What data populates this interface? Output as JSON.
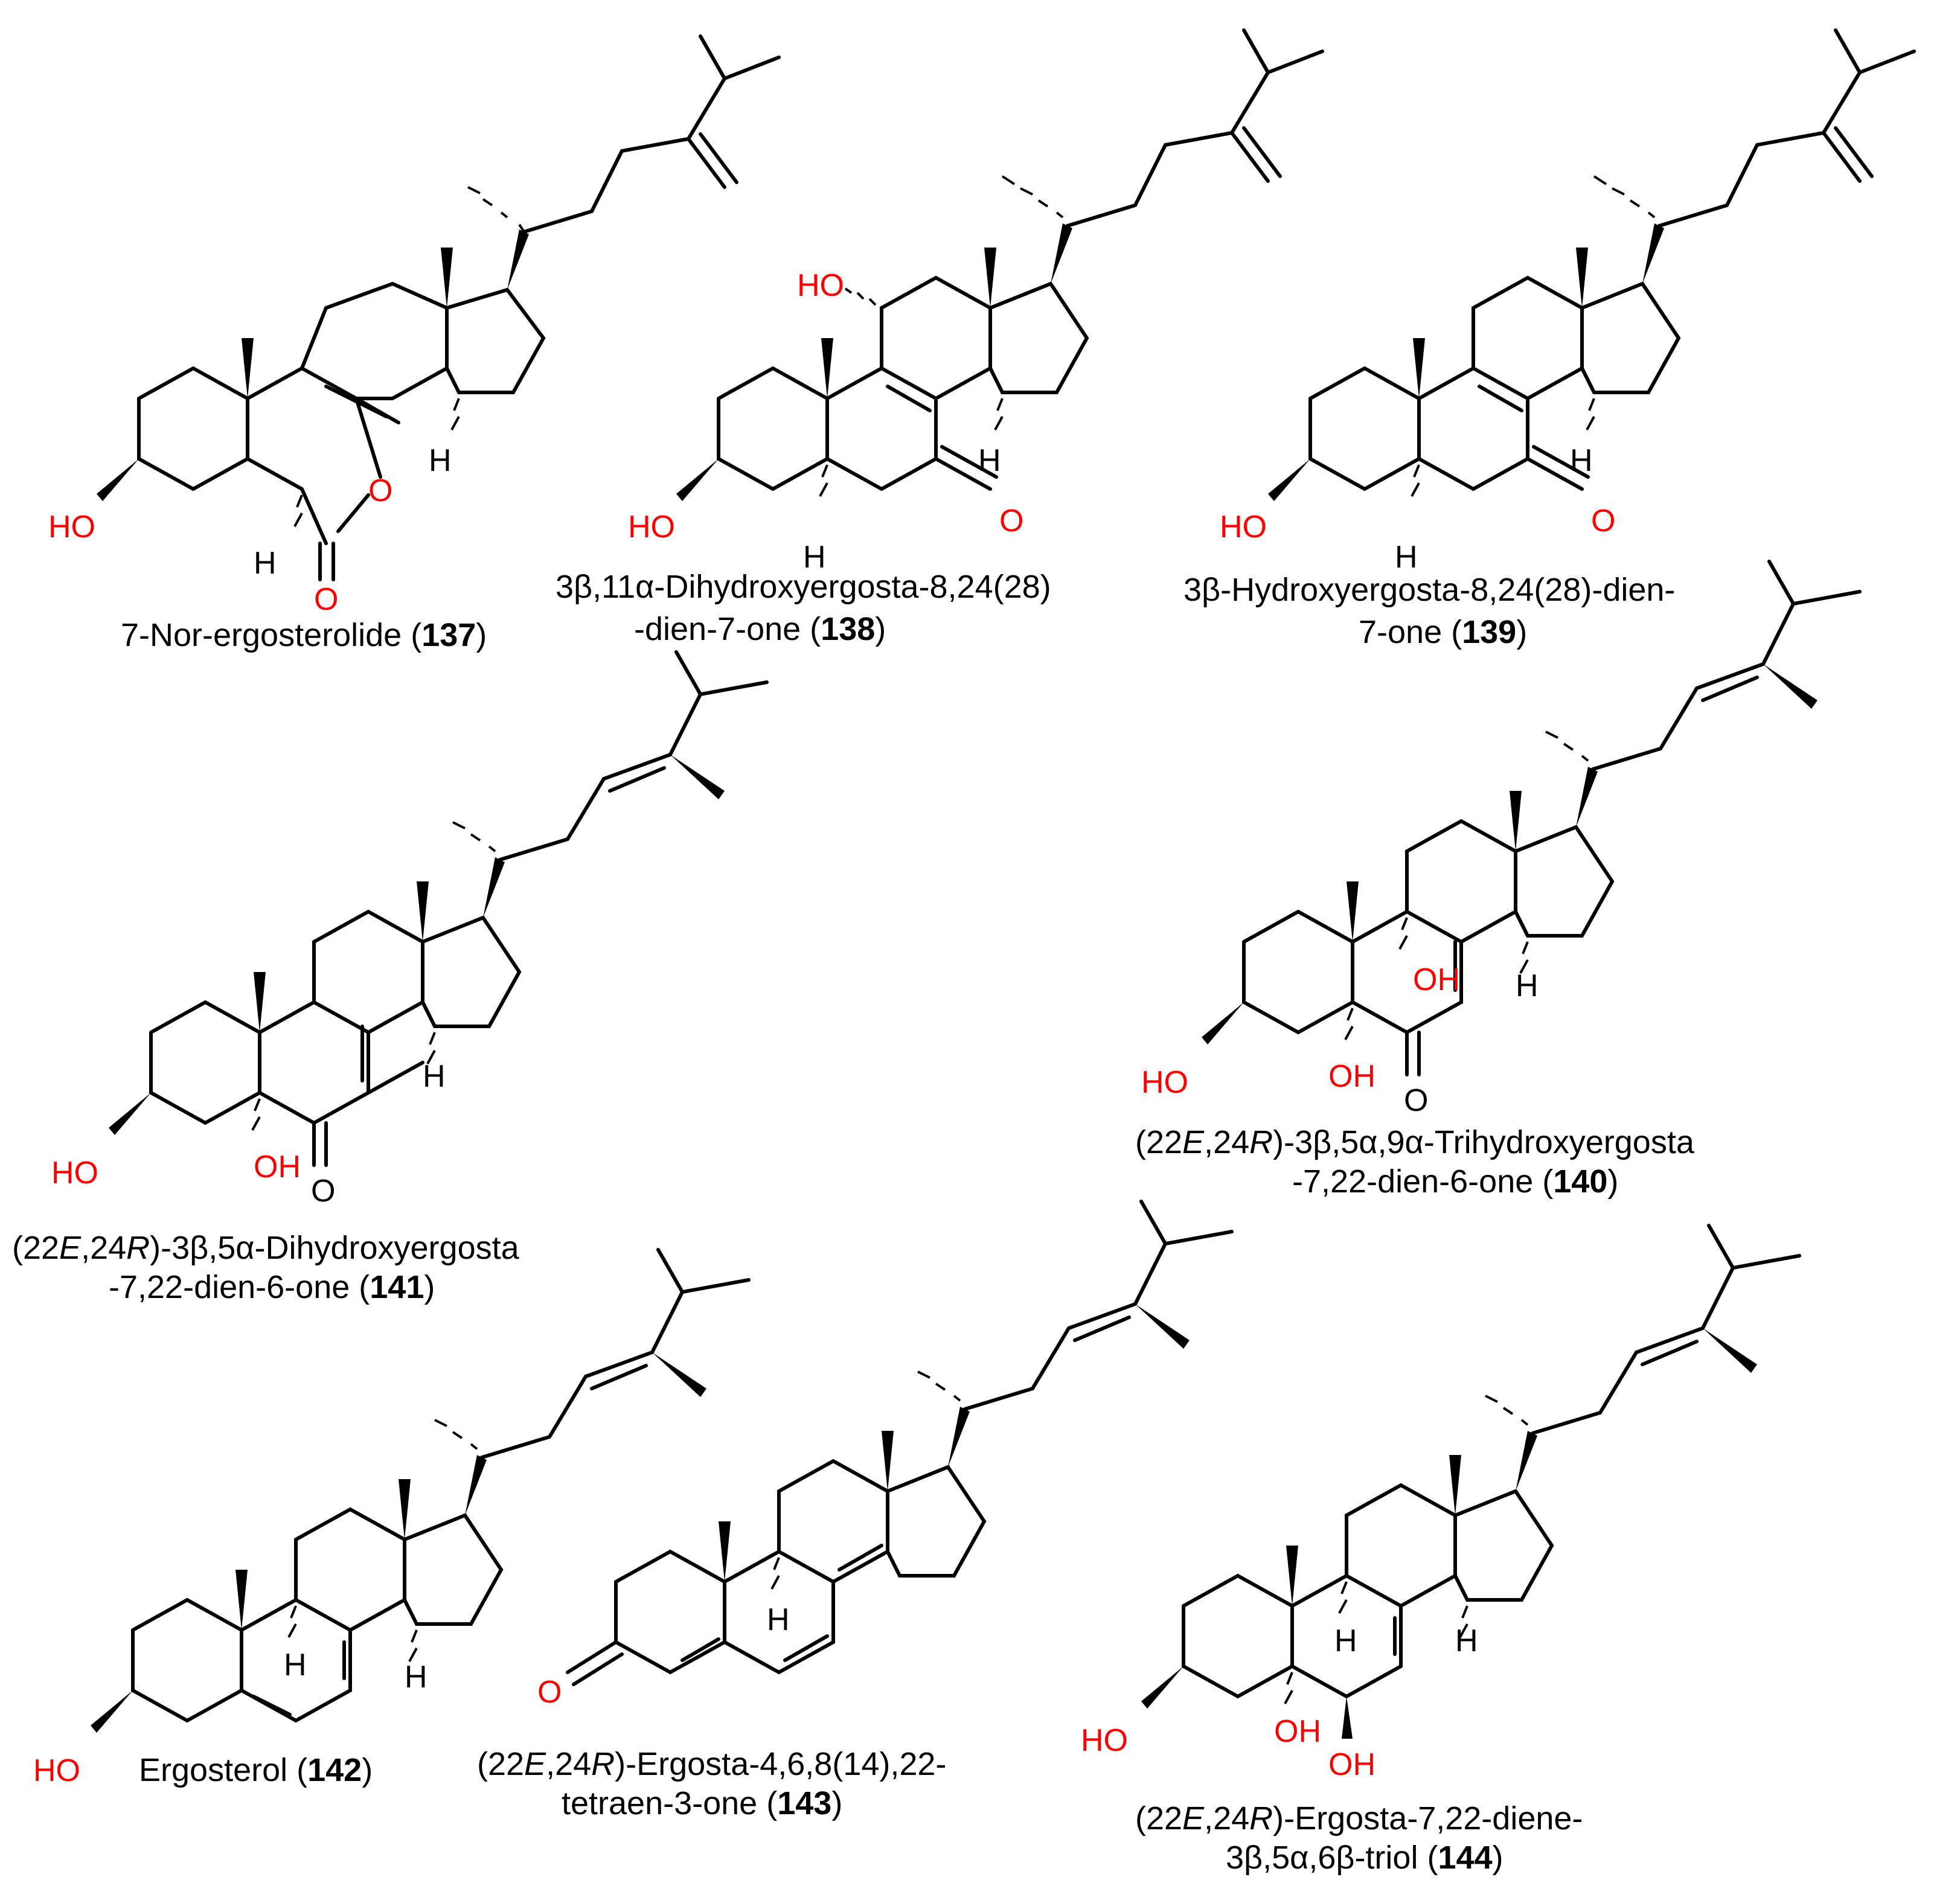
{
  "colors": {
    "heteroatom": "#ff0000",
    "bond": "#000000",
    "text": "#000000"
  },
  "atoms": {
    "HO": "HO",
    "OH": "OH",
    "O": "O",
    "H": "H"
  },
  "c137": {
    "pre": "7-Nor-ergosterolide (",
    "num": "137",
    "post": ")"
  },
  "c138": {
    "l1": "3β,11α-Dihydroxyergosta-8,24(28)",
    "l2_pre": "-dien-7-one (",
    "num": "138",
    "l2_post": ")"
  },
  "c139": {
    "l1": "3β-Hydroxyergosta-8,24(28)-dien-",
    "l2_pre": "7-one  (",
    "num": "139",
    "l2_post": ")"
  },
  "c140": {
    "a": "(22",
    "b": "E",
    "c": ",24",
    "d": "R",
    "e": ")-3β,5α,9α-Trihydroxyergosta",
    "l2_pre": "-7,22-dien-6-one (",
    "num": "140",
    "l2_post": ")"
  },
  "c141": {
    "a": "(22",
    "b": "E",
    "c": ",24",
    "d": "R",
    "e": ")-3β,5α-Dihydroxyergosta",
    "l2_pre": "-7,22-dien-6-one (",
    "num": "141",
    "l2_post": ")"
  },
  "c142": {
    "pre": "Ergosterol (",
    "num": "142",
    "post": ")"
  },
  "c143": {
    "a": "(22",
    "b": "E",
    "c": ",24",
    "d": "R",
    "e": ")-Ergosta-4,6,8(14),22-",
    "l2_pre": "tetraen-3-one (",
    "num": "143",
    "l2_post": ")"
  },
  "c144": {
    "a": "(22",
    "b": "E",
    "c": ",24",
    "d": "R",
    "e": ")-Ergosta-7,22-diene-",
    "l2_pre": "3β,5α,6β-triol (",
    "num": "144",
    "l2_post": ")"
  }
}
